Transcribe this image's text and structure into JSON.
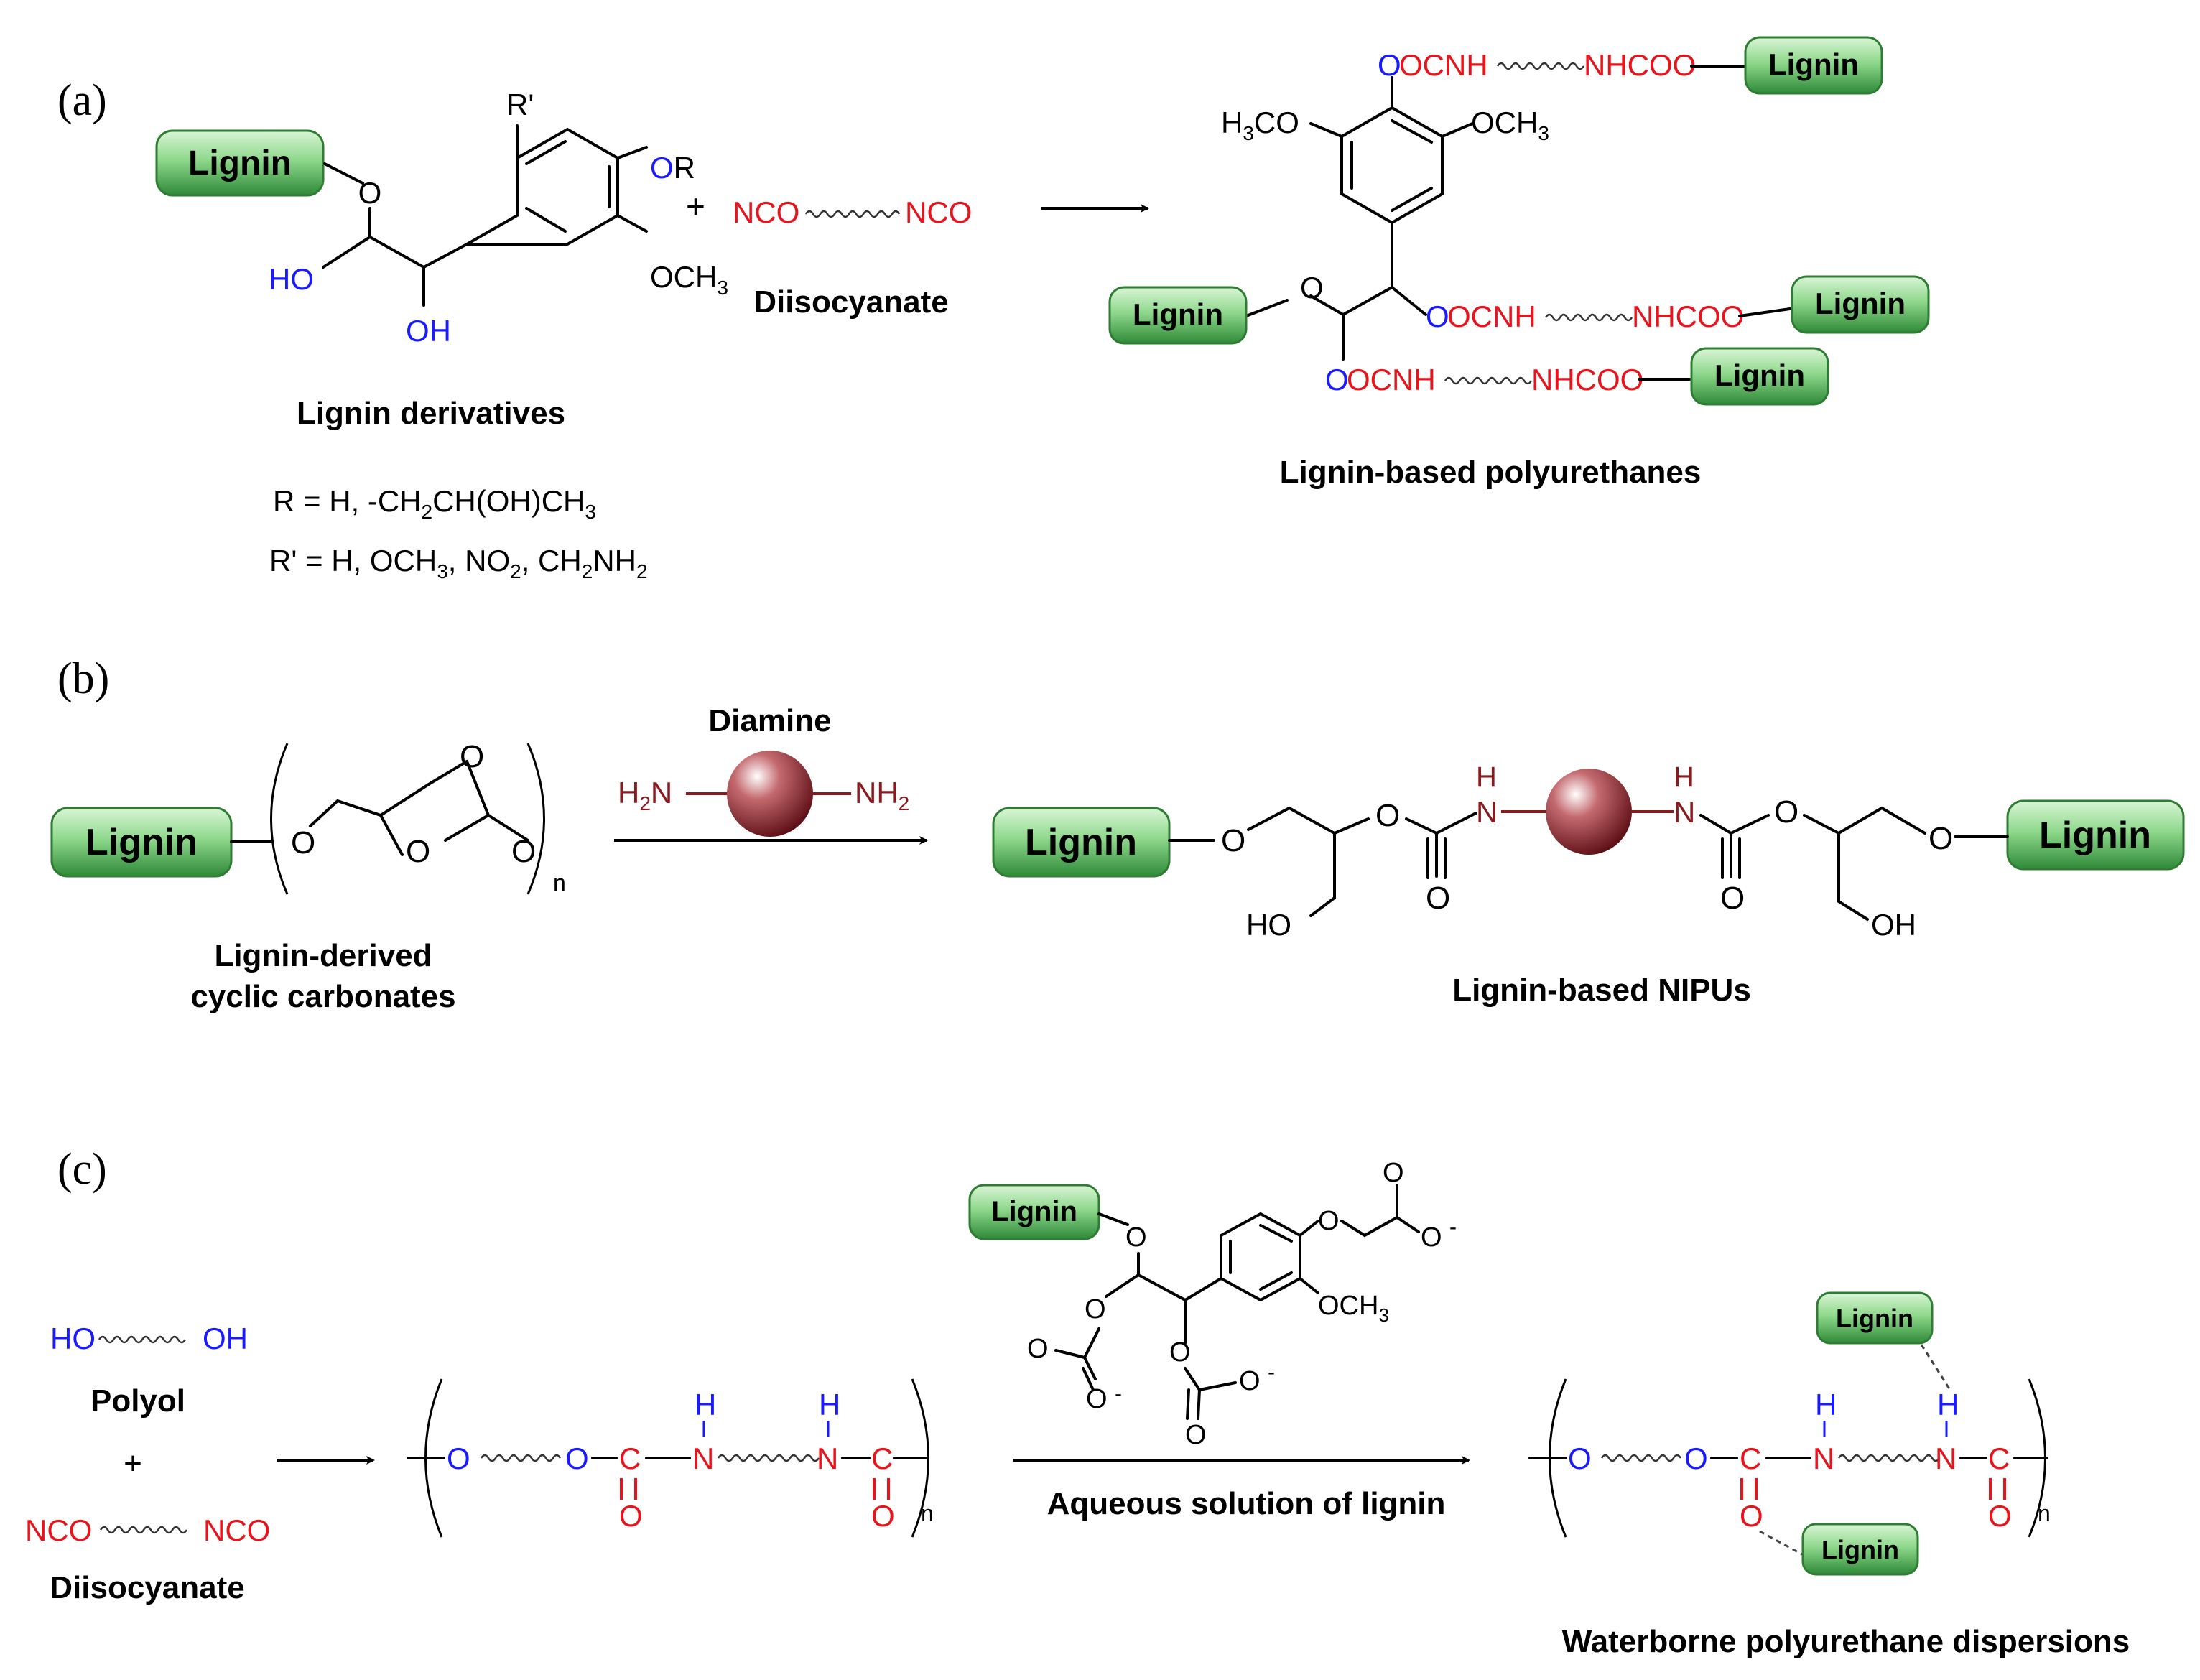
{
  "colors": {
    "bond": "#000000",
    "oxygen_blue": "#1a1aff",
    "red": "#e8141c",
    "diamine_dark_red": "#8b1a1f",
    "lignin_green_light": "#8fd88c",
    "lignin_green_dark": "#2e8a38"
  },
  "panels": {
    "a": {
      "label": "(a)",
      "lignin_tag": "Lignin",
      "substituent_R_prime": "R'",
      "OR_O": "O",
      "OR_R": "R",
      "methoxy": "OCH",
      "methoxy_sub": "3",
      "HO": "HO",
      "OH": "OH",
      "ring_O": "O",
      "plus": "+",
      "nco_left": "NCO",
      "nco_right": "NCO",
      "diisocyanate_label": "Diisocyanate",
      "derivatives_label": "Lignin derivatives",
      "R_def": {
        "prefix": "R = H, -CH",
        "sub1": "2",
        "mid": "CH(OH)CH",
        "sub2": "3"
      },
      "Rp_def": {
        "prefix": "R' = H, OCH",
        "sub1": "3",
        "mid1": ", NO",
        "sub2": "2",
        "mid2": ", CH",
        "sub3": "2",
        "mid3": "NH",
        "sub4": "2"
      },
      "product": {
        "h3co_H": "H",
        "h3co_sub": "3",
        "h3co_tail": "CO",
        "och3": "OCH",
        "och3_sub": "3",
        "O": "O",
        "link_O": "O",
        "link_OCNH": "OCNH",
        "link_NHCOO": "NHCOO",
        "lignin_tag": "Lignin",
        "label": "Lignin-based polyurethanes"
      }
    },
    "b": {
      "label": "(b)",
      "lignin_tag": "Lignin",
      "O": "O",
      "n": "n",
      "diamine_label": "Diamine",
      "H2N": "H",
      "H2N_sub": "2",
      "H2N_tail": "N",
      "NH2": "NH",
      "NH2_sub": "2",
      "reactant_label_line1": "Lignin-derived",
      "reactant_label_line2": "cyclic carbonates",
      "H": "H",
      "N": "N",
      "HO": "HO",
      "OH": "OH",
      "product_label": "Lignin-based NIPUs"
    },
    "c": {
      "label": "(c)",
      "HO": "HO",
      "OH": "OH",
      "polyol_label": "Polyol",
      "plus": "+",
      "nco_left": "NCO",
      "nco_right": "NCO",
      "diisocyanate_label": "Diisocyanate",
      "O": "O",
      "C": "C",
      "N": "N",
      "H": "H",
      "n": "n",
      "lignin_tag": "Lignin",
      "och3": "OCH",
      "och3_sub": "3",
      "minus": "-",
      "arrow_label": "Aqueous solution of lignin",
      "product_label": "Waterborne polyurethane dispersions"
    }
  }
}
